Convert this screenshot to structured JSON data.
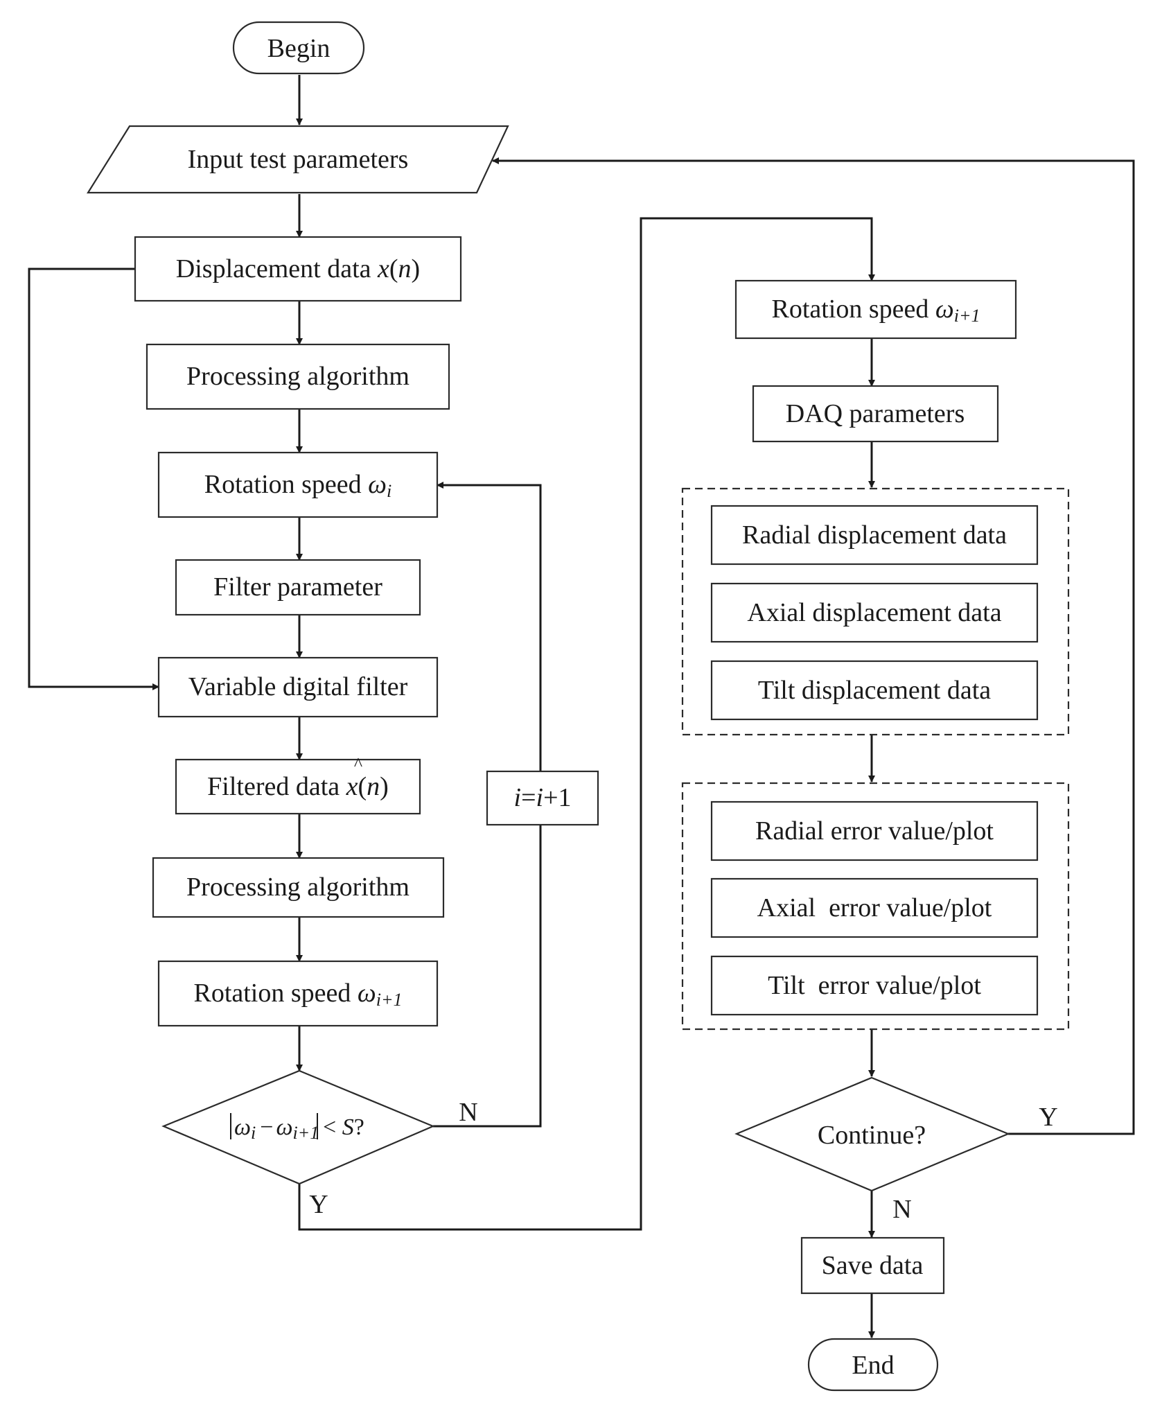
{
  "nodes": {
    "begin": "Begin",
    "input": "Input test parameters",
    "displacement_pre": "Displacement data ",
    "disp_x": "x",
    "disp_n": "n",
    "proc1": "Processing algorithm",
    "rot_i_pre": "Rotation speed ",
    "omega": "ω",
    "sub_i": "i",
    "sub_i1": "i+1",
    "filter_param": "Filter parameter",
    "var_filter": "Variable digital filter",
    "filtered_pre": "Filtered data ",
    "filtered_x": "x",
    "filtered_hat": "^",
    "filtered_n": "n",
    "proc2": "Processing algorithm",
    "inc_i": "i",
    "inc_eq": "=",
    "inc_i2": "i",
    "inc_plus": "+1",
    "cond_omega": "ω",
    "cond_minus": "−",
    "cond_lt": "< ",
    "cond_s": "S",
    "cond_q": "?",
    "daq": "DAQ parameters",
    "radial_disp": "Radial displacement data",
    "axial_disp": "Axial displacement data",
    "tilt_disp": "Tilt displacement data",
    "radial_err": "Radial error value/plot",
    "axial_err": "Axial  error value/plot",
    "tilt_err": "Tilt  error value/plot",
    "continue": "Continue?",
    "save": "Save data",
    "end": "End"
  },
  "edge_labels": {
    "cond_no": "N",
    "cond_yes": "Y",
    "continue_yes": "Y",
    "continue_no": "N"
  }
}
